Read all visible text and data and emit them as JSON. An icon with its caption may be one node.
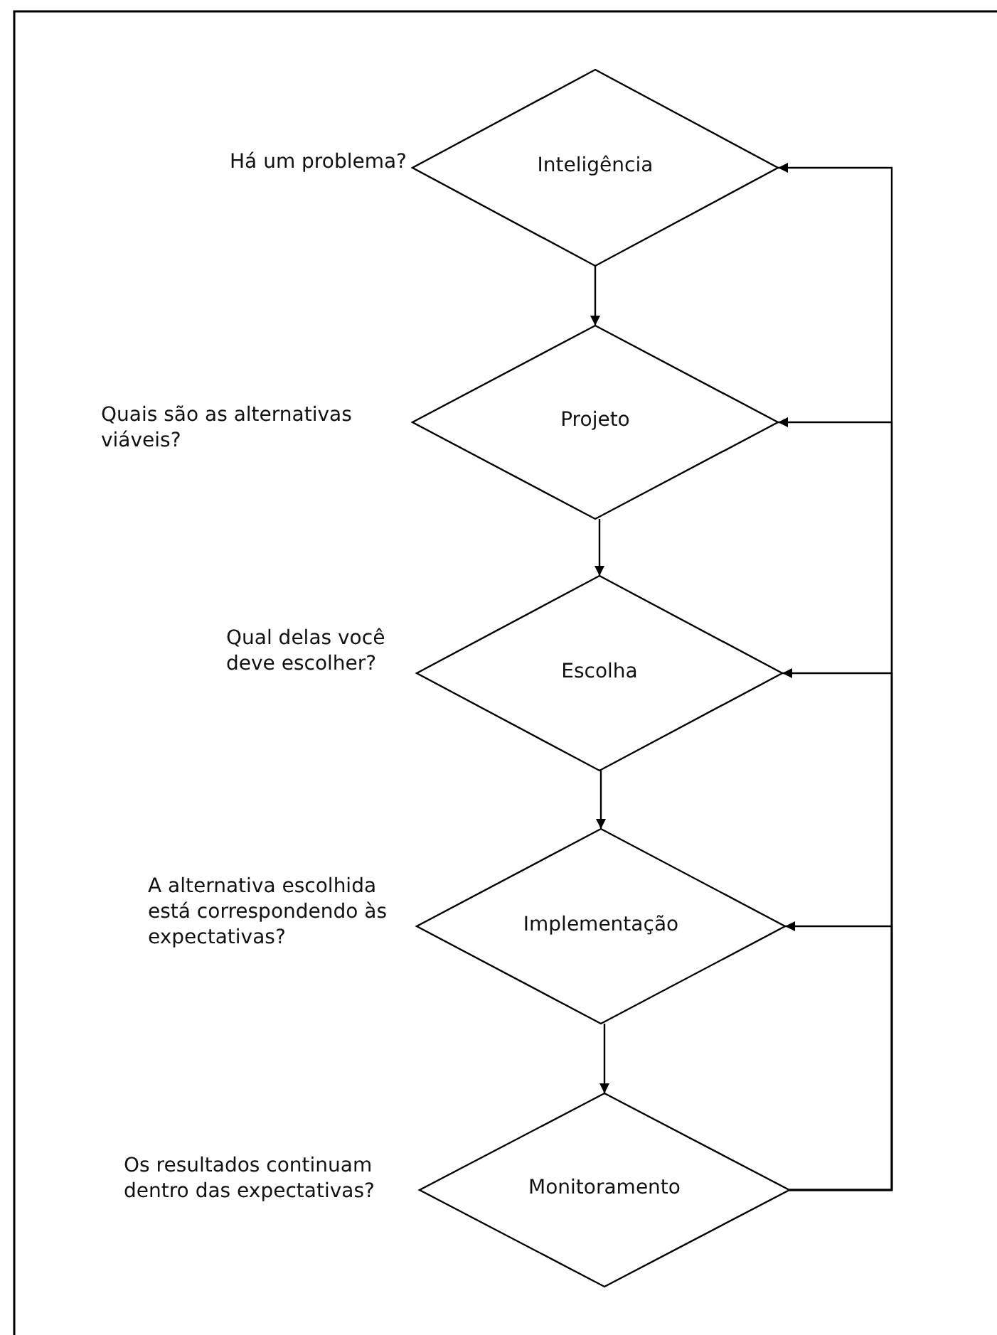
{
  "diagram": {
    "nodes": [
      {
        "text": [
          "Inteligência"
        ],
        "beside": [
          "Há um problema?"
        ]
      },
      {
        "text": [
          "Projeto"
        ],
        "beside": [
          "Quais são as alternativas viáveis?"
        ]
      },
      {
        "text": [
          "Escolha"
        ],
        "beside": [
          "Qual delas você deve escolher?"
        ]
      },
      {
        "text": [
          "Implementação"
        ],
        "beside": [
          "A alternativa escolhida está correspondendo às expectativas?"
        ]
      },
      {
        "text": [
          "Monitoramento"
        ],
        "beside": [
          "Os resultados continuam dentro das expectativas?"
        ]
      }
    ],
    "edges": [
      {
        "from": 0,
        "to": 1,
        "arrow": "to"
      },
      {
        "from": 1,
        "to": 2,
        "arrow": "to"
      },
      {
        "from": 2,
        "to": 3,
        "arrow": "to"
      },
      {
        "from": 3,
        "to": 4,
        "arrow": "to"
      },
      {
        "from": 4,
        "to": 0,
        "arrow": "to"
      },
      {
        "from": 4,
        "to": 1,
        "arrow": "to"
      },
      {
        "from": 4,
        "to": 2,
        "arrow": "to"
      },
      {
        "from": 4,
        "to": 3,
        "arrow": "to"
      }
    ]
  }
}
